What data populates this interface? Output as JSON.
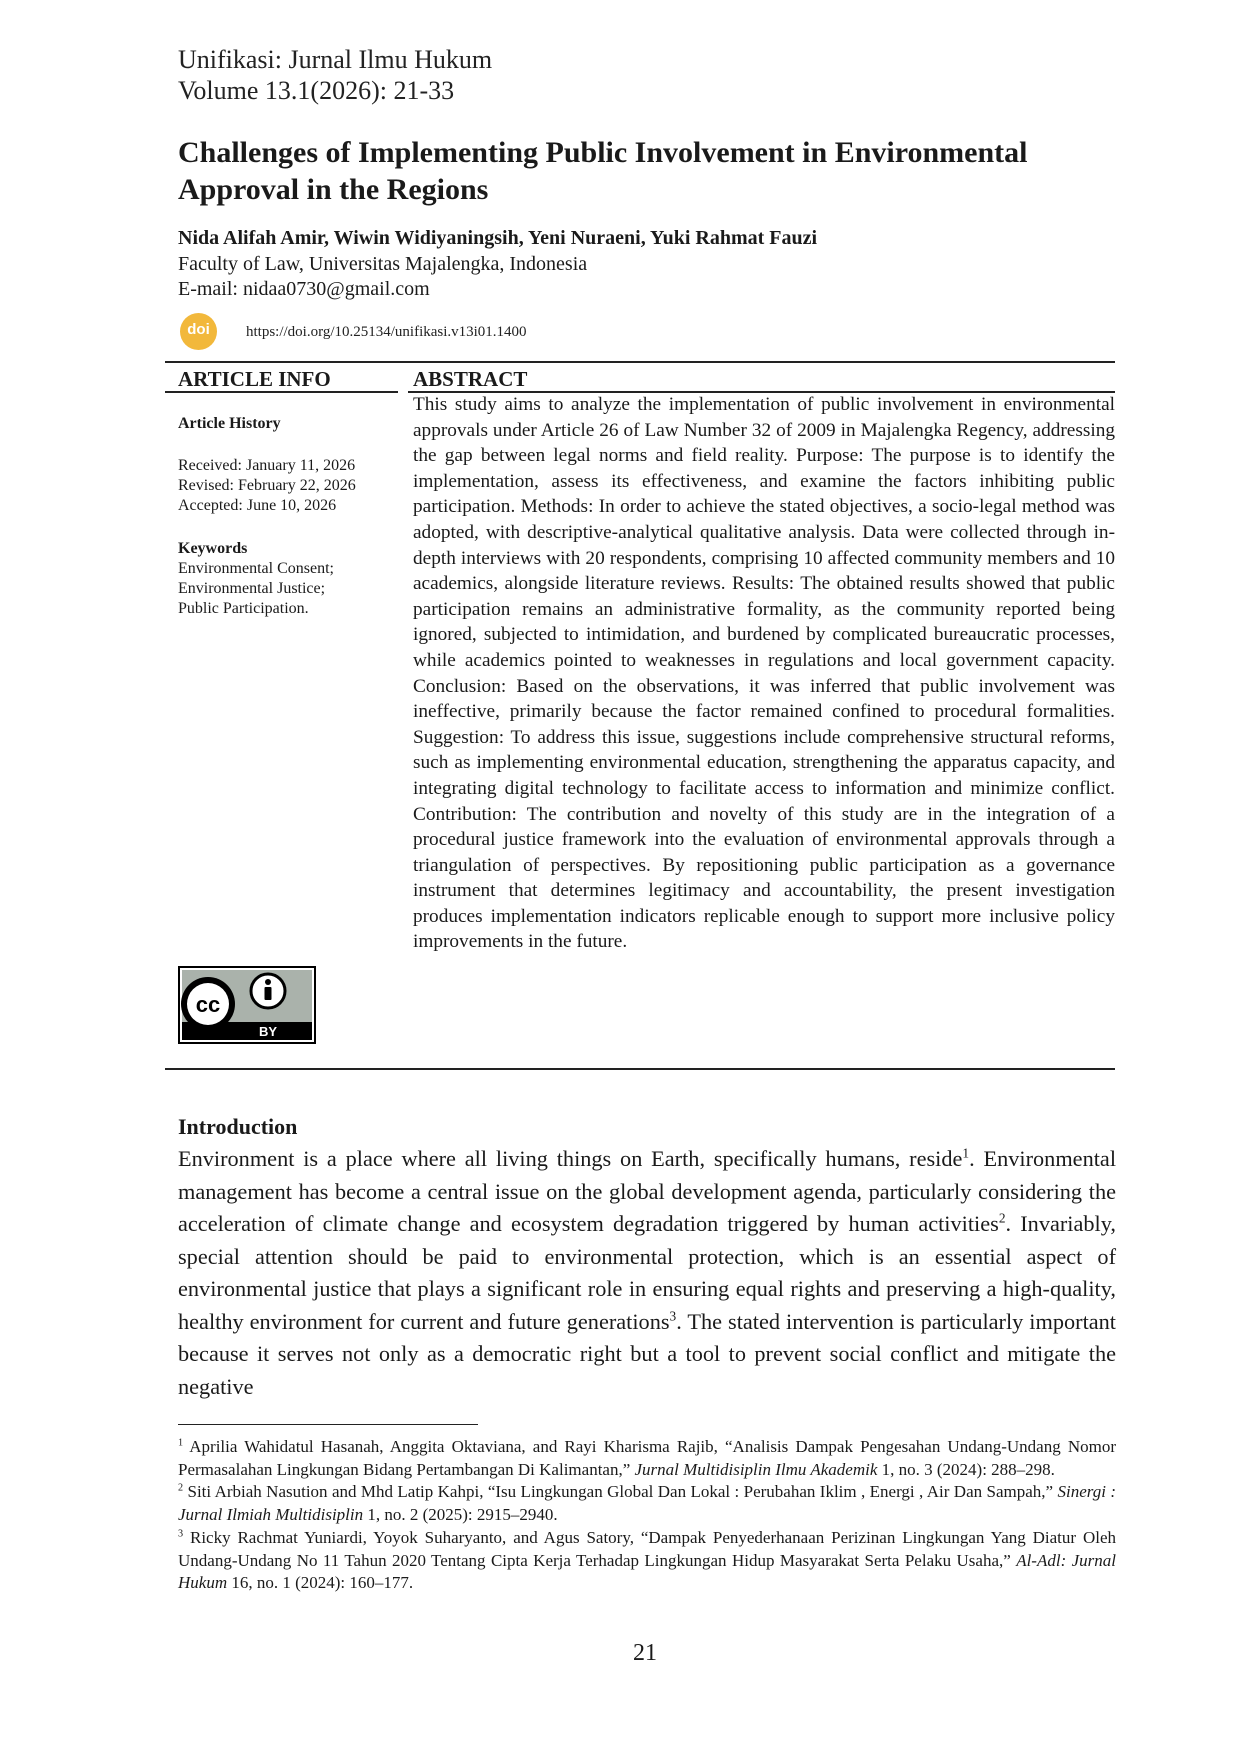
{
  "header": {
    "journal": "Unifikasi: Jurnal Ilmu Hukum",
    "volume": "Volume 13.1(2026): 21-33"
  },
  "article": {
    "title": "Challenges of Implementing Public Involvement in Environmental Approval in the Regions",
    "authors": "Nida Alifah Amir, Wiwin Widiyaningsih, Yeni Nuraeni, Yuki Rahmat Fauzi",
    "affiliation": "Faculty of Law, Universitas Majalengka, Indonesia",
    "email": "E-mail: nidaa0730@gmail.com",
    "doi_logo_text": "doi",
    "doi": "https://doi.org/10.25134/unifikasi.v13i01.1400"
  },
  "article_info": {
    "heading": "ARTICLE INFO",
    "history_heading": "Article History",
    "received": "Received: January 11, 2026",
    "revised": "Revised: February 22, 2026",
    "accepted": "Accepted: June 10, 2026",
    "keywords_heading": "Keywords",
    "keywords": [
      "Environmental Consent;",
      "Environmental Justice;",
      "Public Participation."
    ]
  },
  "abstract": {
    "heading": "ABSTRACT",
    "text": "This study aims to analyze the implementation of public involvement in environmental approvals under Article 26 of Law Number 32 of 2009 in Majalengka Regency, addressing the gap between legal norms and field reality. Purpose: The purpose is to identify the implementation, assess its effectiveness, and examine the factors inhibiting public participation. Methods: In order to achieve the stated objectives, a socio-legal method was adopted, with descriptive-analytical qualitative analysis. Data were collected through in-depth interviews with 20 respondents, comprising 10 affected community members and 10 academics, alongside literature reviews. Results: The obtained results showed that public participation remains an administrative formality, as the community reported being ignored, subjected to intimidation, and burdened by complicated bureaucratic processes, while academics pointed to weaknesses in regulations and local government capacity. Conclusion: Based on the observations, it was inferred that public involvement was ineffective, primarily because the factor remained confined to procedural formalities. Suggestion: To address this issue, suggestions include comprehensive structural reforms, such as implementing environmental education, strengthening the apparatus capacity, and integrating digital technology to facilitate access to information and minimize conflict. Contribution: The contribution and novelty of this study are in the integration of a procedural justice framework into the evaluation of environmental approvals through a triangulation of perspectives. By repositioning public participation as a governance instrument that determines legitimacy and accountability, the present investigation produces implementation indicators replicable enough to support more inclusive policy improvements in the future."
  },
  "license": {
    "cc": "cc",
    "by": "BY"
  },
  "introduction": {
    "heading": "Introduction",
    "parts": [
      "Environment is a place where all living things on Earth, specifically humans, reside",
      "1",
      ". Environmental management has become a central issue on the global development agenda, particularly considering the acceleration of climate change and ecosystem degradation triggered by human activities",
      "2",
      ". Invariably, special attention should be paid to environmental protection, which is an essential aspect of environmental justice that plays a significant role in ensuring equal rights and preserving a high-quality, healthy environment for current and future generations",
      "3",
      ". The stated intervention is particularly important because it serves not only as a democratic right but a tool to prevent social conflict and mitigate the negative"
    ]
  },
  "footnotes": [
    {
      "num": "1",
      "text": " Aprilia Wahidatul Hasanah, Anggita Oktaviana, and Rayi Kharisma Rajib, “Analisis Dampak Pengesahan Undang-Undang Nomor Permasalahan Lingkungan Bidang Pertambangan Di Kalimantan,” ",
      "journal": "Jurnal Multidisiplin Ilmu Akademik",
      "rest": " 1, no. 3 (2024): 288–298."
    },
    {
      "num": "2",
      "text": " Siti Arbiah Nasution and Mhd Latip Kahpi, “Isu Lingkungan Global Dan Lokal : Perubahan Iklim , Energi , Air Dan Sampah,” ",
      "journal": "Sinergi : Jurnal Ilmiah Multidisiplin",
      "rest": " 1, no. 2 (2025): 2915–2940."
    },
    {
      "num": "3",
      "text": " Ricky Rachmat Yuniardi, Yoyok Suharyanto, and Agus Satory, “Dampak Penyederhanaan Perizinan Lingkungan Yang Diatur Oleh Undang-Undang No 11 Tahun 2020 Tentang Cipta Kerja Terhadap Lingkungan Hidup Masyarakat Serta Pelaku Usaha,” ",
      "journal": "Al-Adl: Jurnal Hukum",
      "rest": " 16, no. 1 (2024): 160–177."
    }
  ],
  "page_number": "21",
  "colors": {
    "doi_badge": "#f2b83b",
    "text": "#1a1a1a"
  }
}
